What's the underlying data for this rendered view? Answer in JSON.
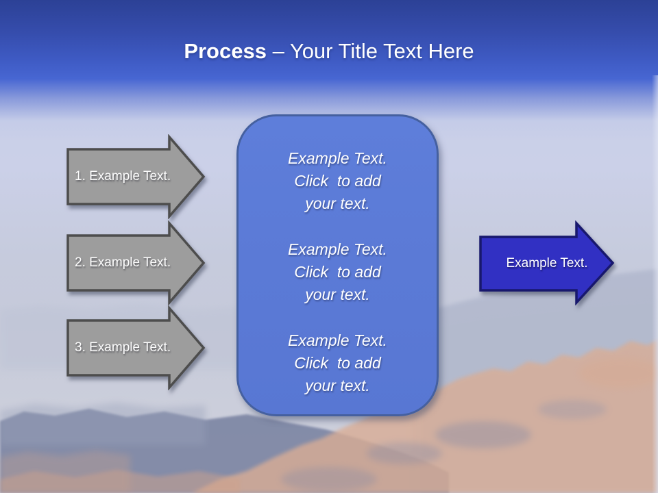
{
  "slide": {
    "title": {
      "bold": "Process",
      "rest": " – Your Title Text Here"
    },
    "steps": [
      {
        "label": "1. Example Text."
      },
      {
        "label": "2. Example Text."
      },
      {
        "label": "3. Example Text."
      }
    ],
    "panel": {
      "blocks": [
        "Example Text.\nClick  to add\nyour text.",
        "Example Text.\nClick  to add\nyour text.",
        "Example Text.\nClick  to add\nyour text."
      ]
    },
    "output_arrow": {
      "label": "Example Text."
    },
    "colors": {
      "header_top": "#2c4196",
      "header_blue": "#4766d2",
      "sky": "#c9cfe9",
      "gray_arrow_fill": "#9d9d9d",
      "gray_arrow_border": "#4d4d4d",
      "panel_fill": "#5b7ad6",
      "panel_border": "#45609f",
      "blue_arrow_fill": "#3130c3",
      "blue_arrow_border": "#18186d"
    }
  }
}
